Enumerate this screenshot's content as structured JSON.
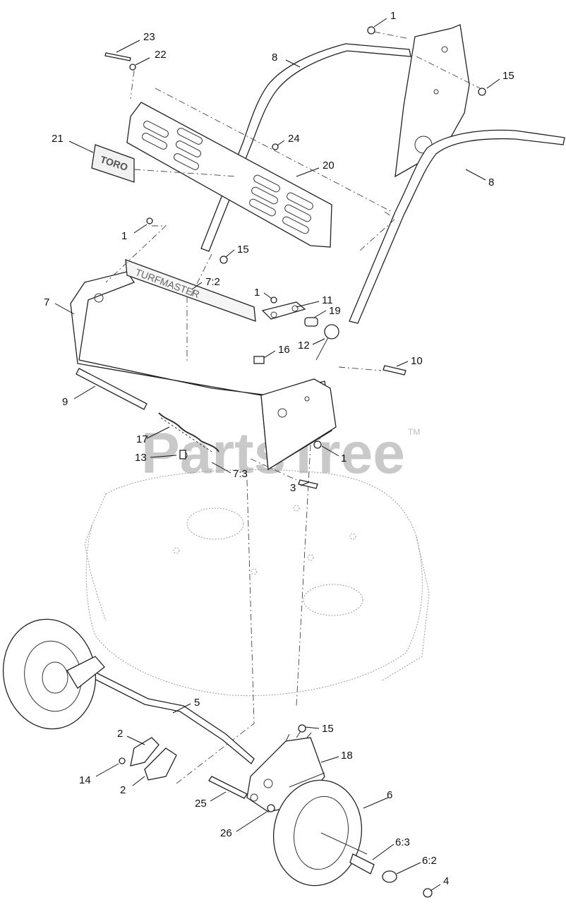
{
  "watermark": {
    "text": "PartsTree",
    "tm": "TM"
  },
  "brand_marks": {
    "decal_logo": "TORO",
    "deck_decal": "TURFMASTER"
  },
  "callouts": [
    {
      "id": "c1a",
      "label": "1"
    },
    {
      "id": "c23",
      "label": "23"
    },
    {
      "id": "c22",
      "label": "22"
    },
    {
      "id": "c8a",
      "label": "8"
    },
    {
      "id": "c15a",
      "label": "15"
    },
    {
      "id": "c21",
      "label": "21"
    },
    {
      "id": "c24",
      "label": "24"
    },
    {
      "id": "c20",
      "label": "20"
    },
    {
      "id": "c8b",
      "label": "8"
    },
    {
      "id": "c1b",
      "label": "1"
    },
    {
      "id": "c15b",
      "label": "15"
    },
    {
      "id": "c7_2",
      "label": "7:2"
    },
    {
      "id": "c7",
      "label": "7"
    },
    {
      "id": "c1c",
      "label": "1"
    },
    {
      "id": "c11",
      "label": "11"
    },
    {
      "id": "c19",
      "label": "19"
    },
    {
      "id": "c12",
      "label": "12"
    },
    {
      "id": "c16",
      "label": "16"
    },
    {
      "id": "c10",
      "label": "10"
    },
    {
      "id": "c9",
      "label": "9"
    },
    {
      "id": "c17",
      "label": "17"
    },
    {
      "id": "c13",
      "label": "13"
    },
    {
      "id": "c1d",
      "label": "1"
    },
    {
      "id": "c7_3",
      "label": "7:3"
    },
    {
      "id": "c3",
      "label": "3"
    },
    {
      "id": "c5",
      "label": "5"
    },
    {
      "id": "c15c",
      "label": "15"
    },
    {
      "id": "c2a",
      "label": "2"
    },
    {
      "id": "c18",
      "label": "18"
    },
    {
      "id": "c14",
      "label": "14"
    },
    {
      "id": "c2b",
      "label": "2"
    },
    {
      "id": "c6",
      "label": "6"
    },
    {
      "id": "c25",
      "label": "25"
    },
    {
      "id": "c26",
      "label": "26"
    },
    {
      "id": "c6_3",
      "label": "6:3"
    },
    {
      "id": "c6_2",
      "label": "6:2"
    },
    {
      "id": "c4",
      "label": "4"
    }
  ]
}
